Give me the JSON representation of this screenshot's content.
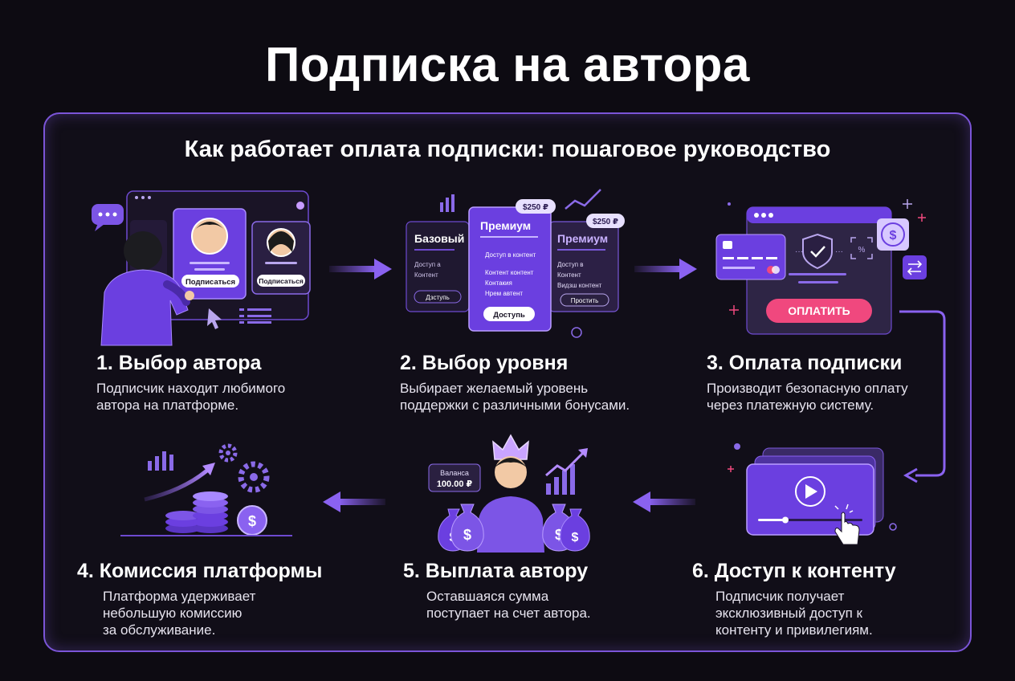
{
  "title": "Подписка на автора",
  "subtitle": "Как работает оплата подписки: пошаговое руководство",
  "colors": {
    "background": "#0d0b12",
    "accent": "#7b55d8",
    "card": "#6b3fe0",
    "pay_button": "#f0487e"
  },
  "steps": [
    {
      "title": "1. Выбор автора",
      "desc_lines": [
        "Подписчик находит любимого",
        "автора на платформе."
      ]
    },
    {
      "title": "2. Выбор уровня",
      "desc_lines": [
        "Выбирает желаемый уровень",
        "поддержки с различными бонусами."
      ]
    },
    {
      "title": "3. Оплата подписки",
      "desc_lines": [
        "Производит безопасную оплату",
        "через платежную систему."
      ]
    },
    {
      "title": "4. Комиссия платформы",
      "desc_lines": [
        "Платформа удерживает",
        "небольшую комиссию",
        "за обслуживание."
      ]
    },
    {
      "title": "5. Выплата автору",
      "desc_lines": [
        "Оставшаяся сумма",
        "поступает на счет автора."
      ]
    },
    {
      "title": "6. Доступ к контенту",
      "desc_lines": [
        "Подписчик получает",
        "эксклюзивный доступ к",
        "контенту и привилегиям."
      ]
    }
  ],
  "step1_ui": {
    "subscribe_label": "Подписаться"
  },
  "step2_ui": {
    "basic": {
      "name": "Базовый",
      "features": [
        "Доступ а",
        "Контент"
      ],
      "button": "Дзступь"
    },
    "premium_main": {
      "name": "Премиум",
      "price": "$250 ₽",
      "features": [
        "Доступ в контент",
        "Контент контент",
        "Контакия",
        "Нрем автент"
      ],
      "button": "Доступь"
    },
    "premium_side": {
      "name": "Премиум",
      "price": "$250 ₽",
      "features": [
        "Доступ в",
        "Контент",
        "Видзш контент"
      ],
      "button": "Простить"
    }
  },
  "step3_ui": {
    "pay_button": "ОПЛАТИТЬ",
    "percent": "%"
  },
  "step5_ui": {
    "balance_label": "Валанса",
    "balance_value": "100.00 ₽"
  },
  "icons": [
    "chat-icon",
    "cursor-icon",
    "bar-chart-icon",
    "trend-icon",
    "shield-check-icon",
    "dollar-coin-icon",
    "swap-icon",
    "gear-icon",
    "crown-icon",
    "money-bag-icon",
    "play-icon",
    "hand-pointer-icon",
    "arrow-right-icon",
    "arrow-left-icon"
  ]
}
